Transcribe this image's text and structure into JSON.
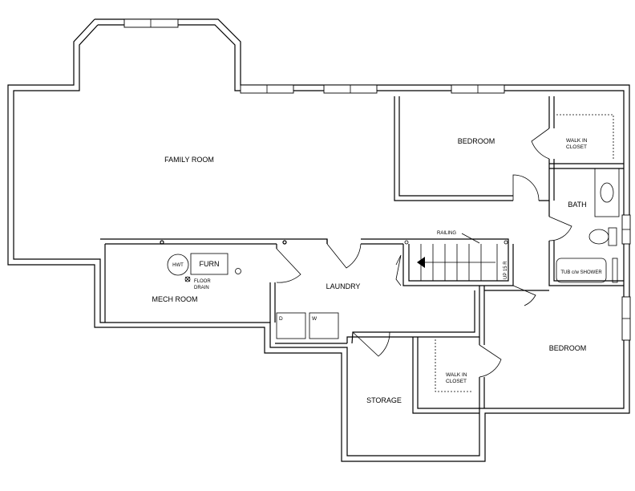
{
  "rooms": {
    "family_room": "FAMILY ROOM",
    "bedroom_top": "BEDROOM",
    "walk_in_closet_top": [
      "WALK IN",
      "CLOSET"
    ],
    "bath": "BATH",
    "tub_shower": "TUB c/w SHOWER",
    "mech_room": "MECH ROOM",
    "hwt": "HWT",
    "furn": "FURN",
    "floor_drain": [
      "FLOOR",
      "DRAIN"
    ],
    "laundry": "LAUNDRY",
    "dryer": "D",
    "washer": "W",
    "railing": "RAILING",
    "stair_note": "UP 15 R",
    "bedroom_bottom": "BEDROOM",
    "walk_in_closet_bottom": [
      "WALK IN",
      "CLOSET"
    ],
    "storage": "STORAGE"
  }
}
